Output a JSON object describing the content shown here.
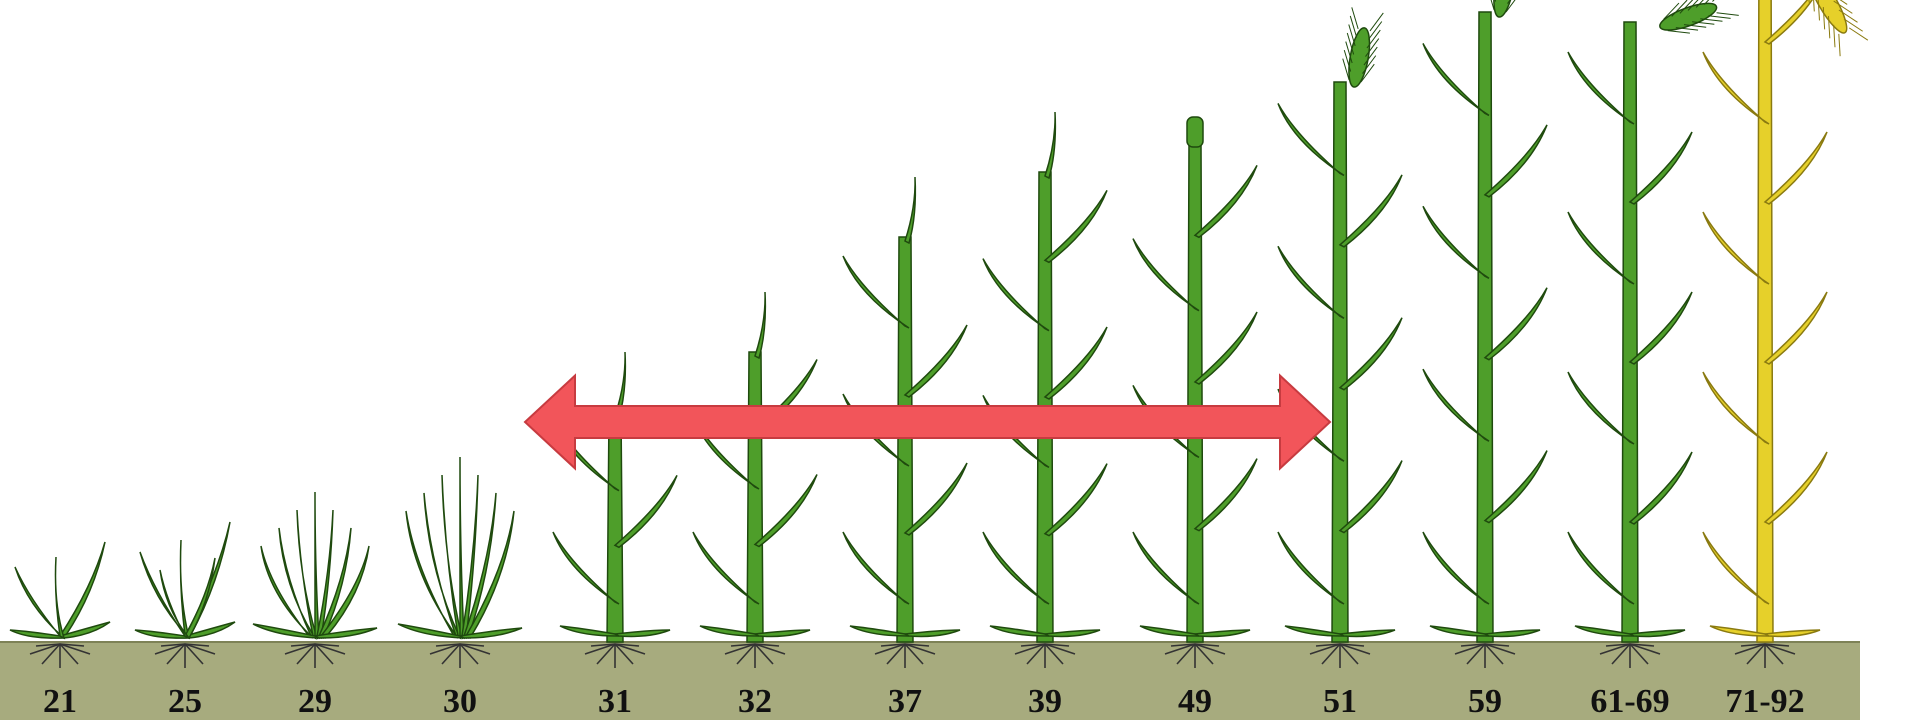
{
  "colors": {
    "soil": "#a7ab7e",
    "soil_edge": "#7e8257",
    "plant_green": "#4e9e2a",
    "plant_outline": "#1f4a0e",
    "ripe_yellow": "#e6d02a",
    "ripe_outline": "#8a7a10",
    "arrow": "#f2555a",
    "root": "#333333"
  },
  "stages": [
    {
      "label": "21",
      "kind": "seedling",
      "icon": "seedling-icon"
    },
    {
      "label": "25",
      "kind": "seedling",
      "icon": "seedling-icon"
    },
    {
      "label": "29",
      "kind": "tillering",
      "icon": "tillering-plant-icon"
    },
    {
      "label": "30",
      "kind": "tillering",
      "icon": "tillering-plant-icon"
    },
    {
      "label": "31",
      "kind": "stem",
      "icon": "stem-plant-icon"
    },
    {
      "label": "32",
      "kind": "stem",
      "icon": "stem-plant-icon"
    },
    {
      "label": "37",
      "kind": "stem",
      "icon": "stem-plant-icon"
    },
    {
      "label": "39",
      "kind": "stem",
      "icon": "stem-plant-icon"
    },
    {
      "label": "49",
      "kind": "boot",
      "icon": "boot-plant-icon"
    },
    {
      "label": "51",
      "kind": "heading",
      "icon": "heading-plant-icon"
    },
    {
      "label": "59",
      "kind": "heading",
      "icon": "heading-plant-icon"
    },
    {
      "label": "61-69",
      "kind": "flowering",
      "icon": "flowering-plant-icon"
    },
    {
      "label": "71-92",
      "kind": "ripening",
      "icon": "ripe-plant-icon"
    }
  ],
  "arrow": {
    "icon": "double-headed-arrow-icon",
    "from_stage": "31",
    "to_stage": "51"
  }
}
